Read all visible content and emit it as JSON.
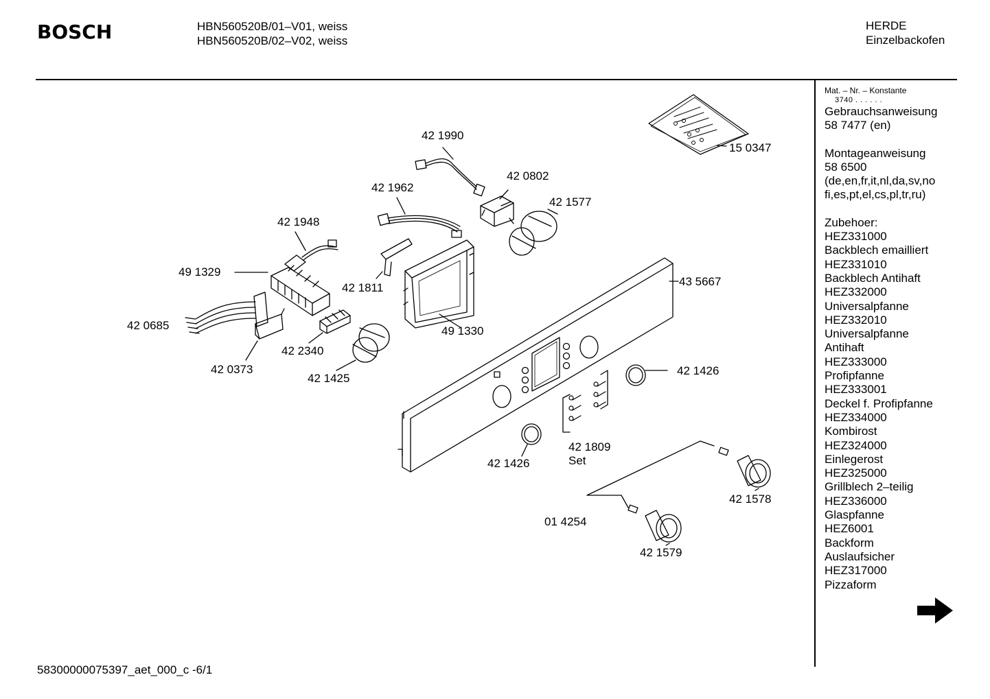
{
  "header": {
    "brand": "BOSCH",
    "model_1": "HBN560520B/01–V01, weiss",
    "model_2": "HBN560520B/02–V02, weiss",
    "category_1": "HERDE",
    "category_2": "Einzelbackofen"
  },
  "sidebar": {
    "mat_header": "Mat. – Nr. – Konstante",
    "mat_value": "3740 . . . . . .",
    "lines_a": [
      "Gebrauchsanweisung",
      "58 7477 (en)"
    ],
    "lines_b": [
      "Montageanweisung",
      "58 6500",
      "(de,en,fr,it,nl,da,sv,no",
      "fi,es,pt,el,cs,pl,tr,ru)"
    ],
    "lines_c": [
      "Zubehoer:",
      "HEZ331000",
      "Backblech emailliert",
      "HEZ331010",
      "Backblech Antihaft",
      "HEZ332000",
      "Universalpfanne",
      "HEZ332010",
      "Universalpfanne",
      "Antihaft",
      "HEZ333000",
      "Profipfanne",
      "HEZ333001",
      "Deckel f. Profipfanne",
      "HEZ334000",
      "Kombirost",
      "HEZ324000",
      "Einlegerost",
      "HEZ325000",
      "Grillblech 2–teilig",
      "HEZ336000",
      "Glaspfanne",
      "HEZ6001",
      "Backform",
      "Auslaufsicher",
      "HEZ317000",
      "Pizzaform"
    ]
  },
  "parts": {
    "p150347": "15 0347",
    "p421990": "42 1990",
    "p420802": "42 0802",
    "p421962": "42 1962",
    "p421577": "42 1577",
    "p421948": "42 1948",
    "p491329": "49 1329",
    "p421811": "42 1811",
    "p435667": "43 5667",
    "p420685": "42 0685",
    "p491330": "49 1330",
    "p422340": "42 2340",
    "p420373": "42 0373",
    "p421425": "42 1425",
    "p421426a": "42 1426",
    "p421809": "42 1809",
    "p421809_set": "Set",
    "p421426b": "42 1426",
    "p421578": "42 1578",
    "p014254": "01 4254",
    "p421579": "42 1579"
  },
  "footer": {
    "doc_id": "58300000075397_aet_000_c -6/1"
  },
  "icons": {
    "next": "arrow-right-icon"
  }
}
